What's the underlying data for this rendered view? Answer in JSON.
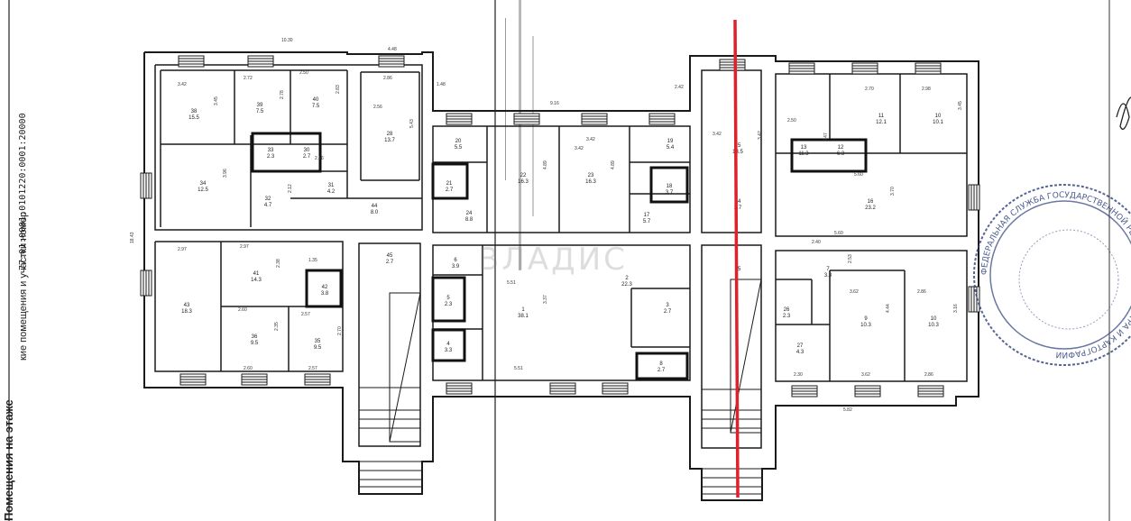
{
  "document": {
    "side_label_main": "Помещения на этаже",
    "side_label_sub": "кие помещения и участки номер",
    "side_label_cad": "77:01:0001:0101220:0001:20000",
    "watermark": "ВЛАДИС",
    "stamp_text": "ФЕДЕРАЛЬНАЯ СЛУЖБА ГОСУДАРСТВЕННОЙ РЕГИСТРАЦИИ КАДАСТРА И КАРТОГРАФИИ"
  },
  "floor_plan": {
    "overall_dims": {
      "top": "10.30",
      "left": "18.43",
      "bottom_right": "5.82"
    },
    "rooms": [
      {
        "id": "r1",
        "num": "38",
        "area": "15.5",
        "w": "3.42",
        "h": "3.45"
      },
      {
        "id": "r2",
        "num": "39",
        "area": "7.5",
        "w": "2.72",
        "h": "2.78"
      },
      {
        "id": "r3",
        "num": "40",
        "area": "7.5",
        "w": "2.50",
        "h": "2.83"
      },
      {
        "id": "r4",
        "num": "33",
        "area": "2.3",
        "w": "",
        "h": ""
      },
      {
        "id": "r5",
        "num": "30",
        "area": "2.7",
        "w": "",
        "h": ""
      },
      {
        "id": "r6",
        "num": "34",
        "area": "12.5",
        "w": "",
        "h": "3.96"
      },
      {
        "id": "r7",
        "num": "32",
        "area": "4.7",
        "w": "",
        "h": "2.12"
      },
      {
        "id": "r8",
        "num": "31",
        "area": "4.2",
        "w": "2.56",
        "h": ""
      },
      {
        "id": "r9",
        "num": "28",
        "area": "13.7",
        "w": "2.56",
        "h": "5.43"
      },
      {
        "id": "r10",
        "num": "44",
        "area": "8.0",
        "w": "",
        "h": ""
      },
      {
        "id": "r11",
        "num": "20",
        "area": "5.5",
        "w": "",
        "h": ""
      },
      {
        "id": "r12",
        "num": "21",
        "area": "2.7",
        "w": "",
        "h": ""
      },
      {
        "id": "r13",
        "num": "24",
        "area": "8.8",
        "w": "",
        "h": ""
      },
      {
        "id": "r14",
        "num": "22",
        "area": "16.3",
        "w": "",
        "h": "4.89"
      },
      {
        "id": "r15",
        "num": "23",
        "area": "16.3",
        "w": "3.42",
        "h": "4.89"
      },
      {
        "id": "r16",
        "num": "19",
        "area": "5.4",
        "w": "",
        "h": ""
      },
      {
        "id": "r17",
        "num": "18",
        "area": "3.7",
        "w": "",
        "h": ""
      },
      {
        "id": "r18",
        "num": "17",
        "area": "5.7",
        "w": "",
        "h": ""
      },
      {
        "id": "r19",
        "num": "15",
        "area": "13.5",
        "w": "",
        "h": "3.42"
      },
      {
        "id": "r20",
        "num": "14",
        "area": "2.7",
        "w": "",
        "h": ""
      },
      {
        "id": "r21",
        "num": "13",
        "area": "11.3",
        "w": "2.50",
        "h": "2.47"
      },
      {
        "id": "r22",
        "num": "12",
        "area": "6.3",
        "w": "",
        "h": ""
      },
      {
        "id": "r23",
        "num": "11",
        "area": "12.1",
        "w": "2.70",
        "h": ""
      },
      {
        "id": "r24",
        "num": "10",
        "area": "10.1",
        "w": "2.98",
        "h": "3.45"
      },
      {
        "id": "r25",
        "num": "16",
        "area": "23.2",
        "w": "5.60",
        "h": "3.70"
      },
      {
        "id": "r26",
        "num": "43",
        "area": "18.3",
        "w": "",
        "h": ""
      },
      {
        "id": "r27",
        "num": "41",
        "area": "14.3",
        "w": "2.97",
        "h": "2.38"
      },
      {
        "id": "r28",
        "num": "42",
        "area": "3.8",
        "w": "1.35",
        "h": ""
      },
      {
        "id": "r29",
        "num": "36",
        "area": "9.5",
        "w": "2.60",
        "h": "2.35"
      },
      {
        "id": "r30",
        "num": "35",
        "area": "9.5",
        "w": "2.57",
        "h": "2.70"
      },
      {
        "id": "r31",
        "num": "45",
        "area": "2.7",
        "w": "",
        "h": ""
      },
      {
        "id": "r32",
        "num": "6",
        "area": "3.9",
        "w": "",
        "h": ""
      },
      {
        "id": "r33",
        "num": "5",
        "area": "2.3",
        "w": "",
        "h": ""
      },
      {
        "id": "r34",
        "num": "4",
        "area": "3.3",
        "w": "",
        "h": ""
      },
      {
        "id": "r35",
        "num": "1",
        "area": "38.1",
        "w": "5.51",
        "h": "3.37"
      },
      {
        "id": "r36",
        "num": "2",
        "area": "22.3",
        "w": "",
        "h": ""
      },
      {
        "id": "r37",
        "num": "3",
        "area": "2.7",
        "w": "",
        "h": ""
      },
      {
        "id": "r38",
        "num": "8",
        "area": "2.7",
        "w": "",
        "h": ""
      },
      {
        "id": "r39",
        "num": "25",
        "area": "",
        "w": "",
        "h": ""
      },
      {
        "id": "r40",
        "num": "7",
        "area": "3.3",
        "w": "2.40",
        "h": "2.53"
      },
      {
        "id": "r41",
        "num": "26",
        "area": "2.3",
        "w": "",
        "h": ""
      },
      {
        "id": "r42",
        "num": "27",
        "area": "4.3",
        "w": "",
        "h": ""
      },
      {
        "id": "r43",
        "num": "9",
        "area": "10.3",
        "w": "3.62",
        "h": "4.44"
      },
      {
        "id": "r44",
        "num": "10",
        "area": "10.3",
        "w": "2.86",
        "h": "3.16"
      }
    ],
    "dims": [
      {
        "id": "d1",
        "text": "9.16"
      },
      {
        "id": "d2",
        "text": "2.42"
      },
      {
        "id": "d3",
        "text": "3.42"
      },
      {
        "id": "d4",
        "text": "2.86"
      },
      {
        "id": "d5",
        "text": "3.42"
      },
      {
        "id": "d6",
        "text": "5.60"
      },
      {
        "id": "d7",
        "text": "2.97"
      },
      {
        "id": "d8",
        "text": "2.60"
      },
      {
        "id": "d9",
        "text": "2.57"
      },
      {
        "id": "d10",
        "text": "5.51"
      },
      {
        "id": "d11",
        "text": "2.30"
      },
      {
        "id": "d12",
        "text": "3.62"
      },
      {
        "id": "d13",
        "text": "2.86"
      },
      {
        "id": "d14",
        "text": "1.48"
      },
      {
        "id": "d15",
        "text": "4.48"
      }
    ]
  },
  "colors": {
    "line": "#1a1a1a",
    "marker": "#e0202a",
    "stamp": "#2c3f7a"
  }
}
